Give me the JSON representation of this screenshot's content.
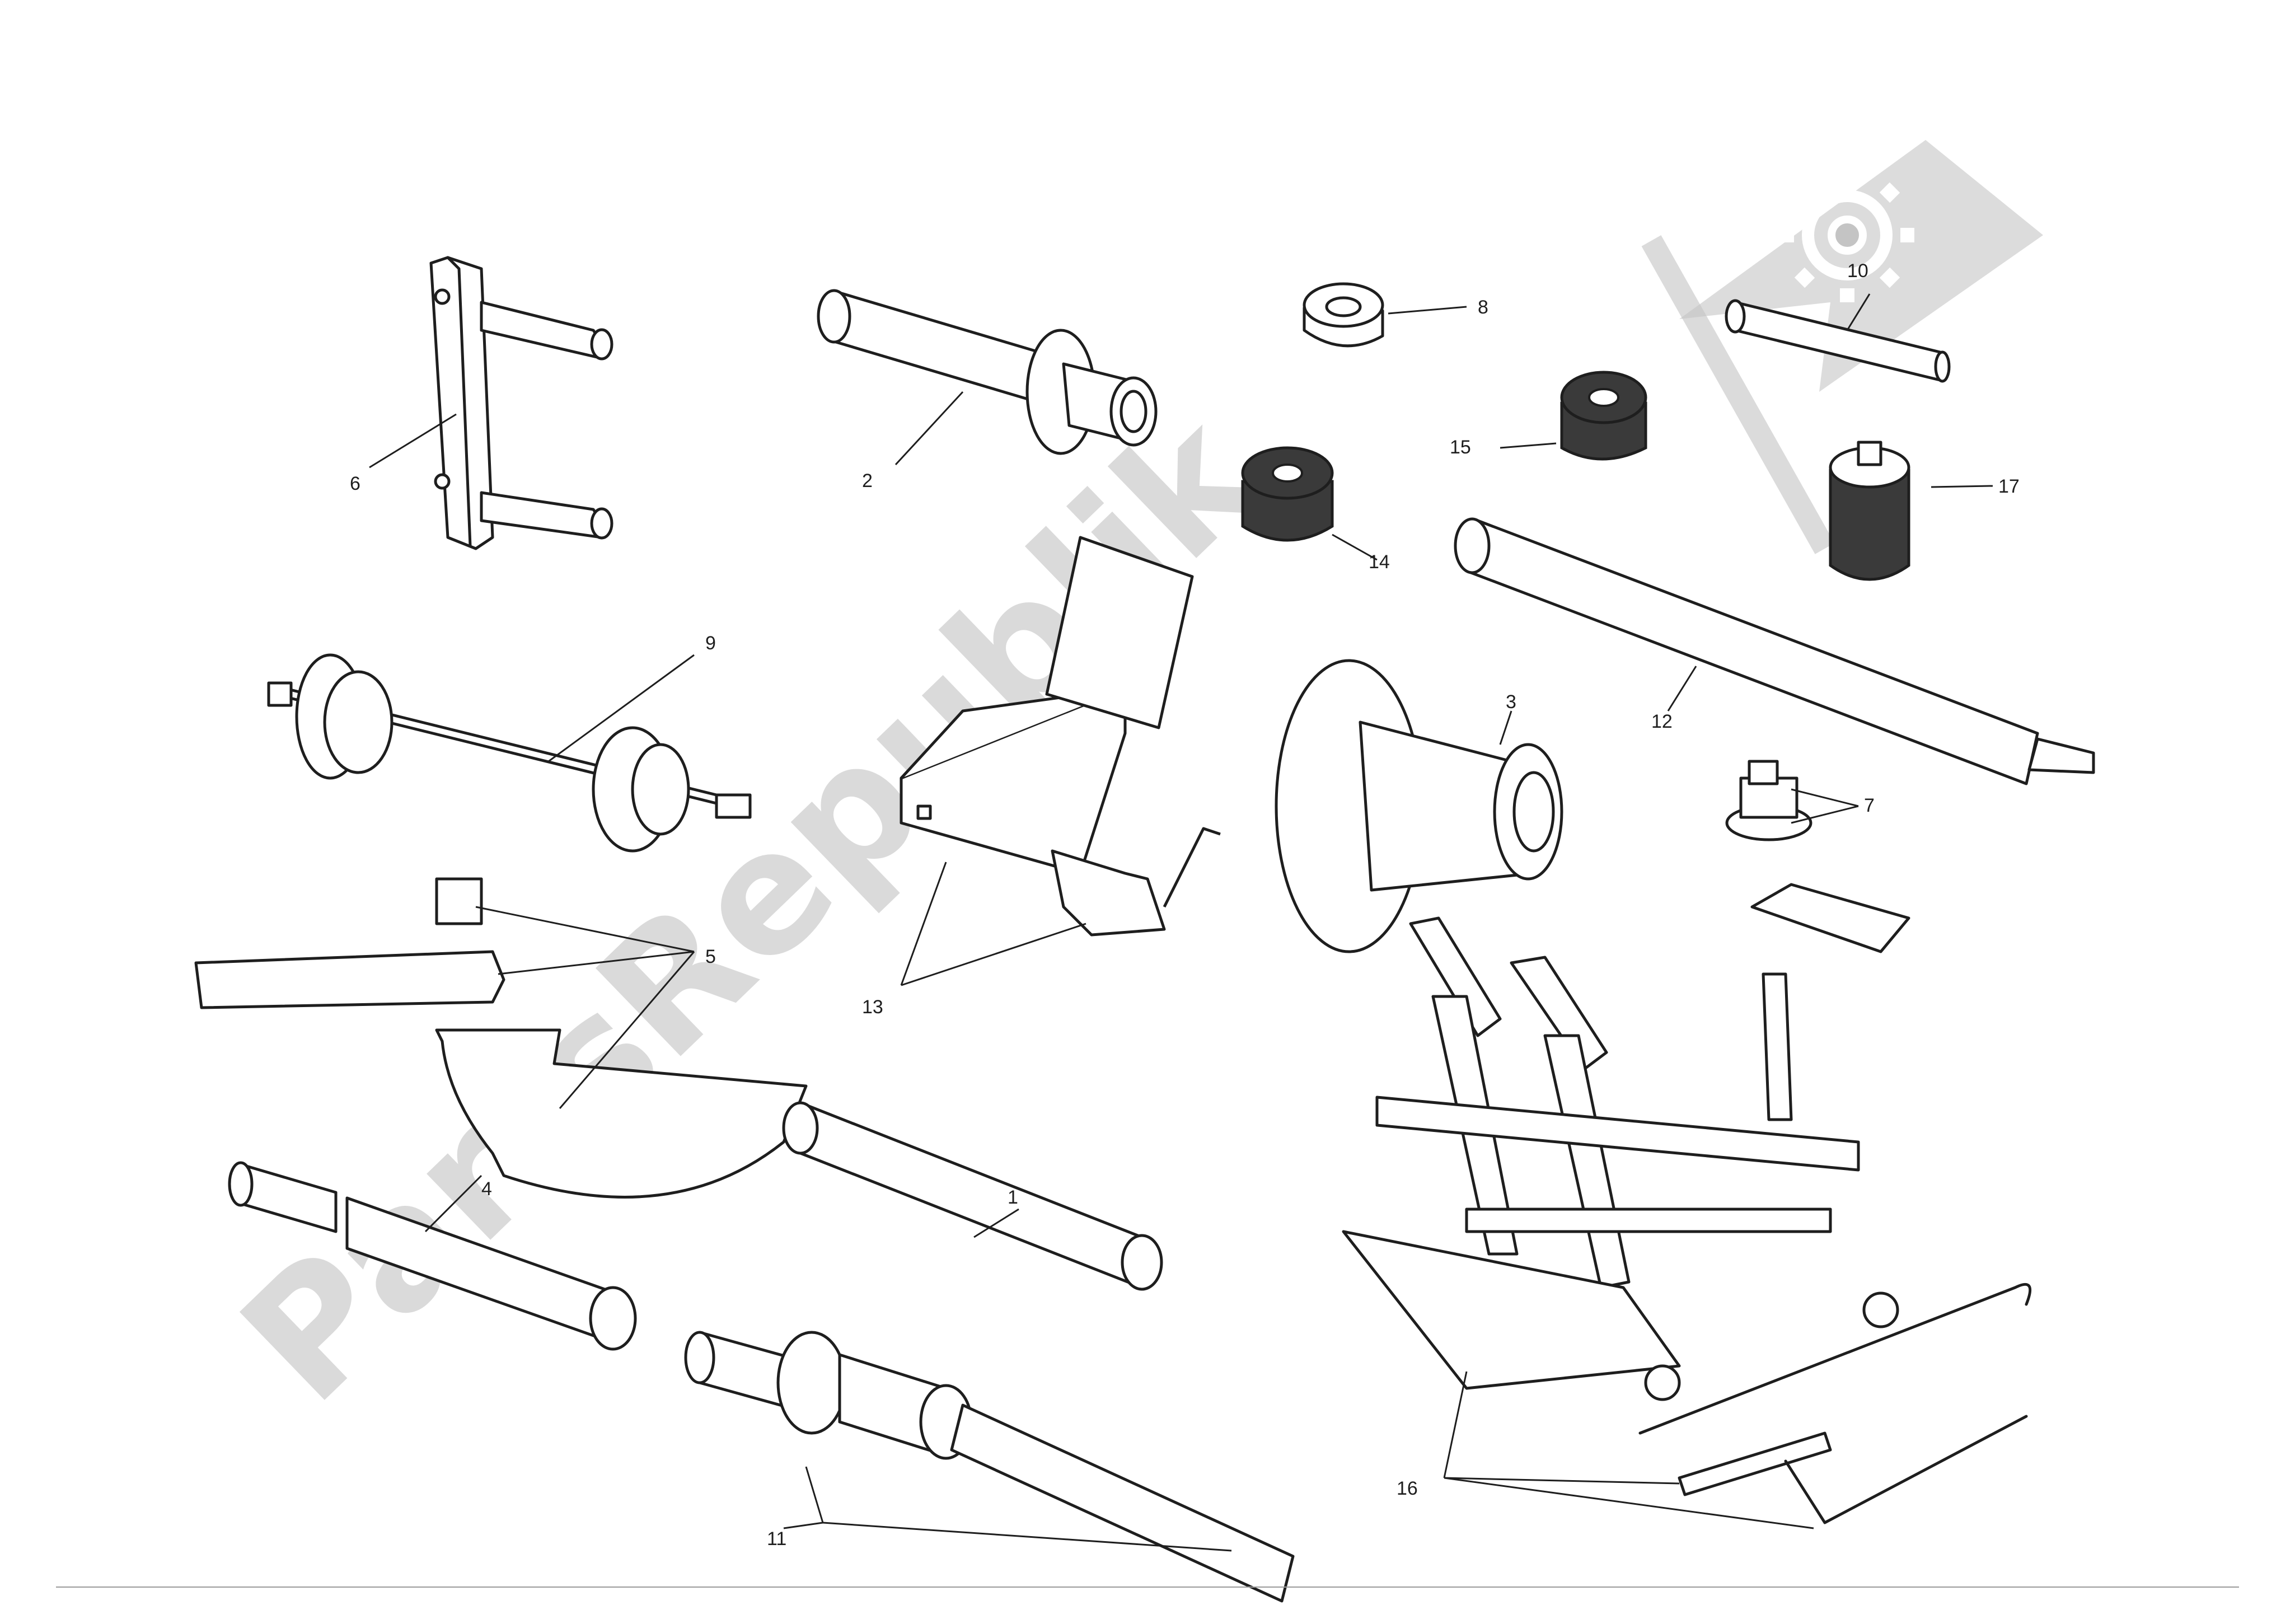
{
  "watermark": {
    "text": "PartsRepublik",
    "color": "#bdbdbd"
  },
  "callouts": {
    "c1": "1",
    "c2": "2",
    "c3": "3",
    "c4": "4",
    "c5": "5",
    "c6": "6",
    "c7": "7",
    "c8": "8",
    "c9": "9",
    "c10": "10",
    "c11": "11",
    "c12": "12",
    "c13": "13",
    "c14": "14",
    "c15": "15",
    "c16": "16",
    "c17": "17"
  },
  "colors": {
    "line": "#1e1e1e",
    "watermark": "#c4c4c4",
    "background": "#ffffff"
  }
}
